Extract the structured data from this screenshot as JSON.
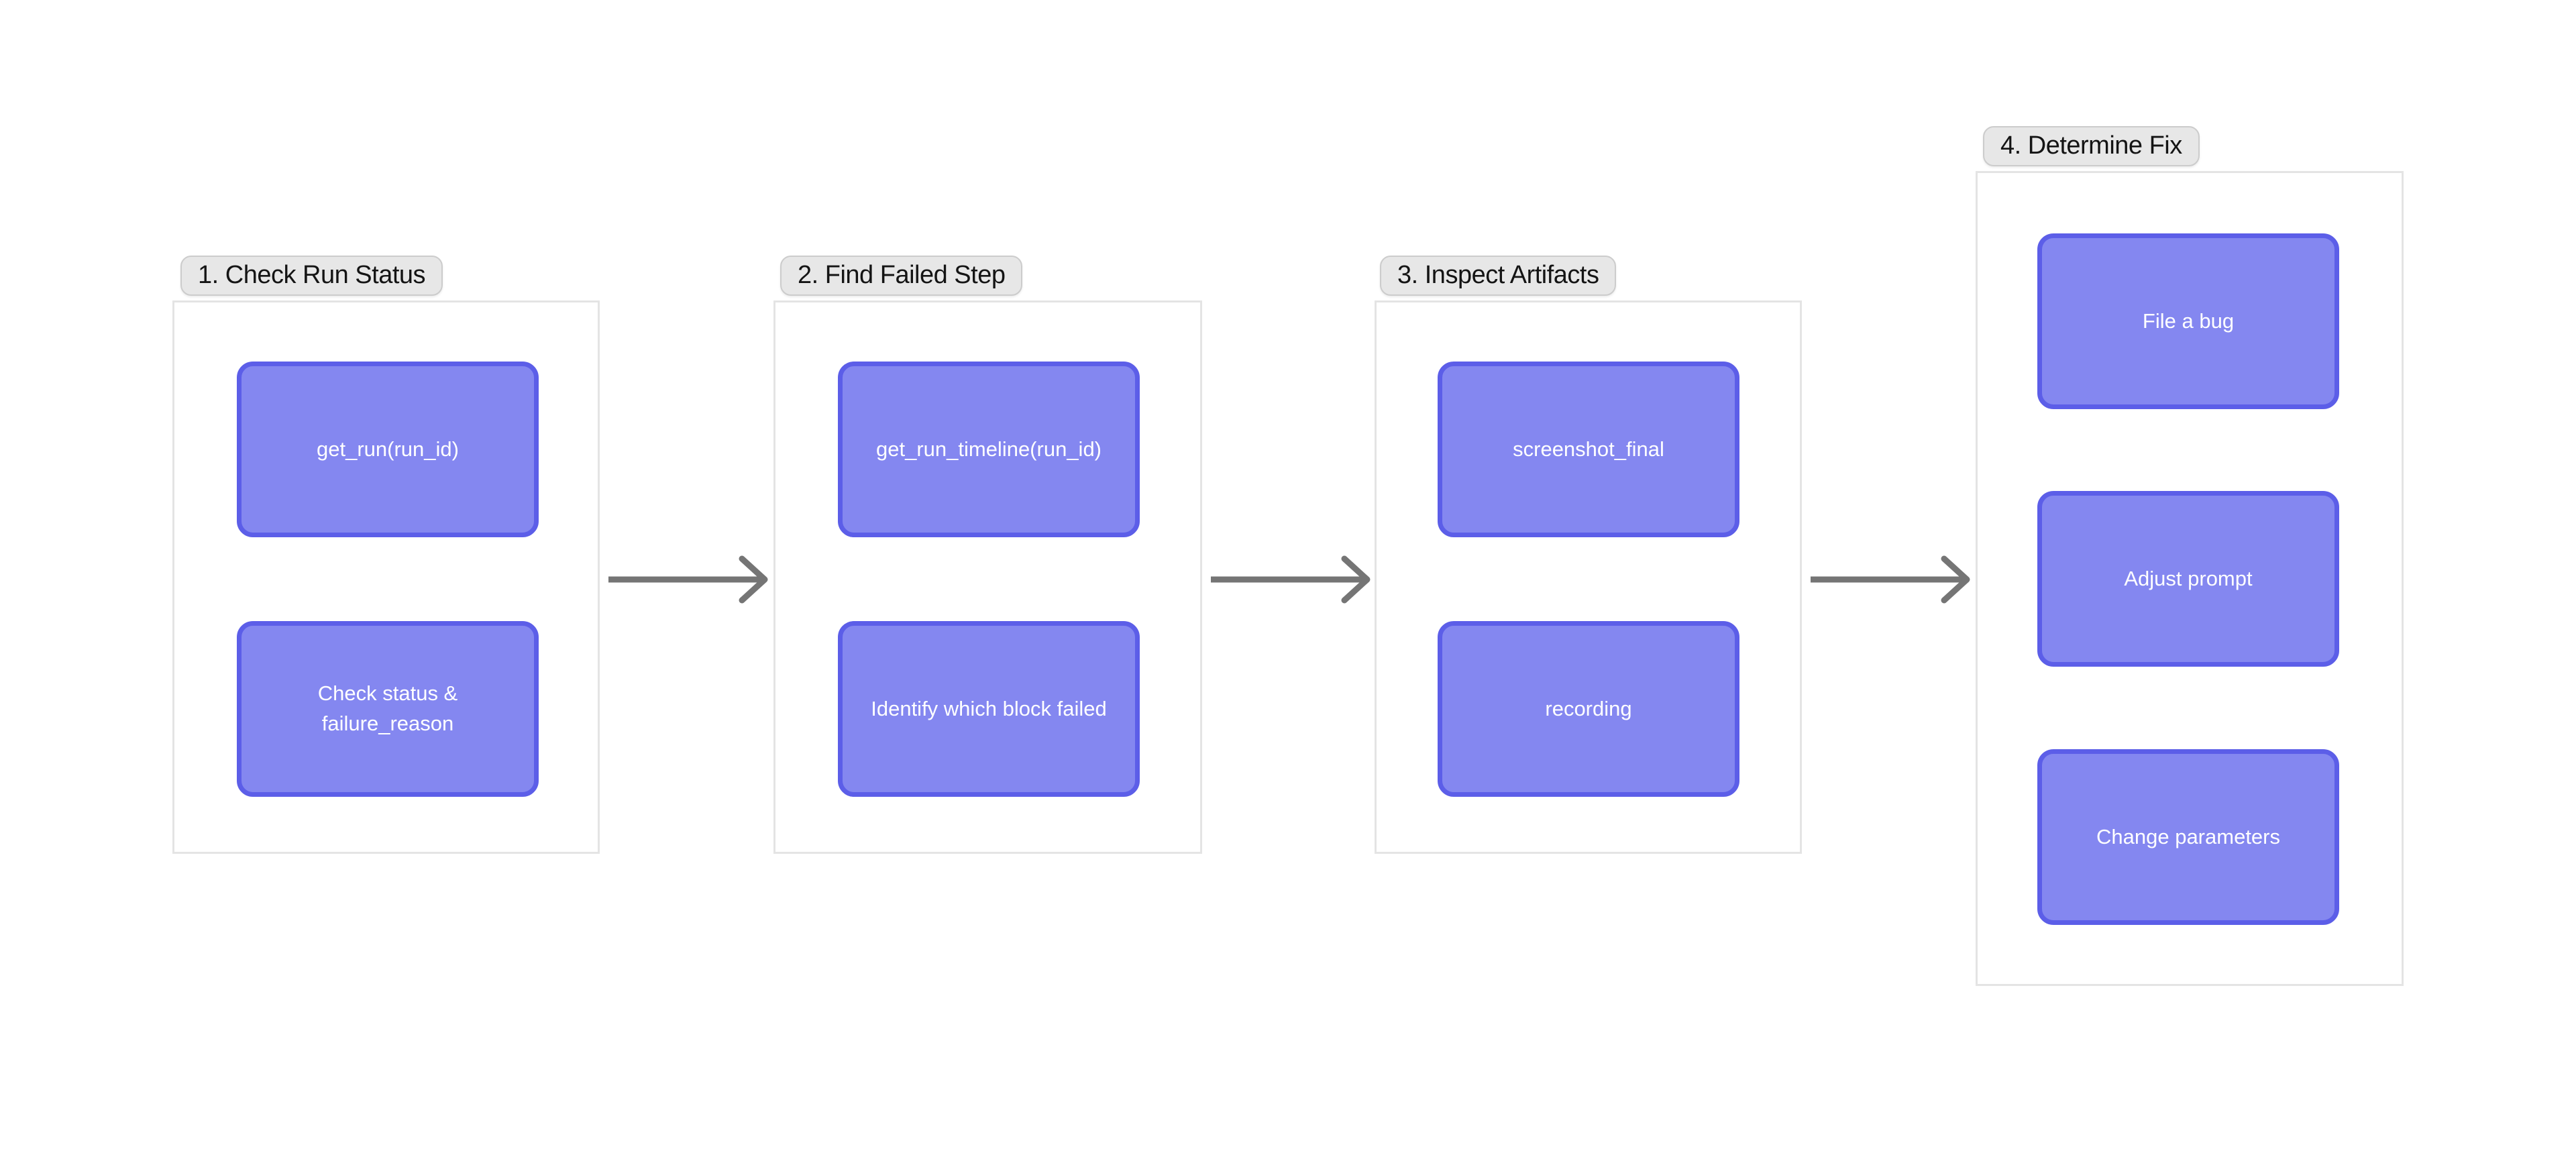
{
  "diagram": {
    "groups": [
      {
        "label": "1. Check Run Status",
        "nodes": [
          "get_run(run_id)",
          "Check status & failure_reason"
        ]
      },
      {
        "label": "2. Find Failed Step",
        "nodes": [
          "get_run_timeline(run_id)",
          "Identify which block failed"
        ]
      },
      {
        "label": "3. Inspect Artifacts",
        "nodes": [
          "screenshot_final",
          "recording"
        ]
      },
      {
        "label": "4. Determine Fix",
        "nodes": [
          "File a bug",
          "Adjust prompt",
          "Change parameters"
        ]
      }
    ],
    "connectors": [
      {
        "from": "1. Check Run Status",
        "to": "2. Find Failed Step"
      },
      {
        "from": "2. Find Failed Step",
        "to": "3. Inspect Artifacts"
      },
      {
        "from": "3. Inspect Artifacts",
        "to": "4. Determine Fix"
      }
    ],
    "colors": {
      "background": "#ffffff",
      "node_fill": "#8487f0",
      "node_border": "#5c5ee8",
      "node_text": "#ffffff",
      "label_chip_bg": "#e7e7e7",
      "label_chip_border": "#cccccc",
      "label_chip_text": "#141414",
      "frame_border": "#e4e4e4",
      "arrow": "#757575"
    }
  }
}
